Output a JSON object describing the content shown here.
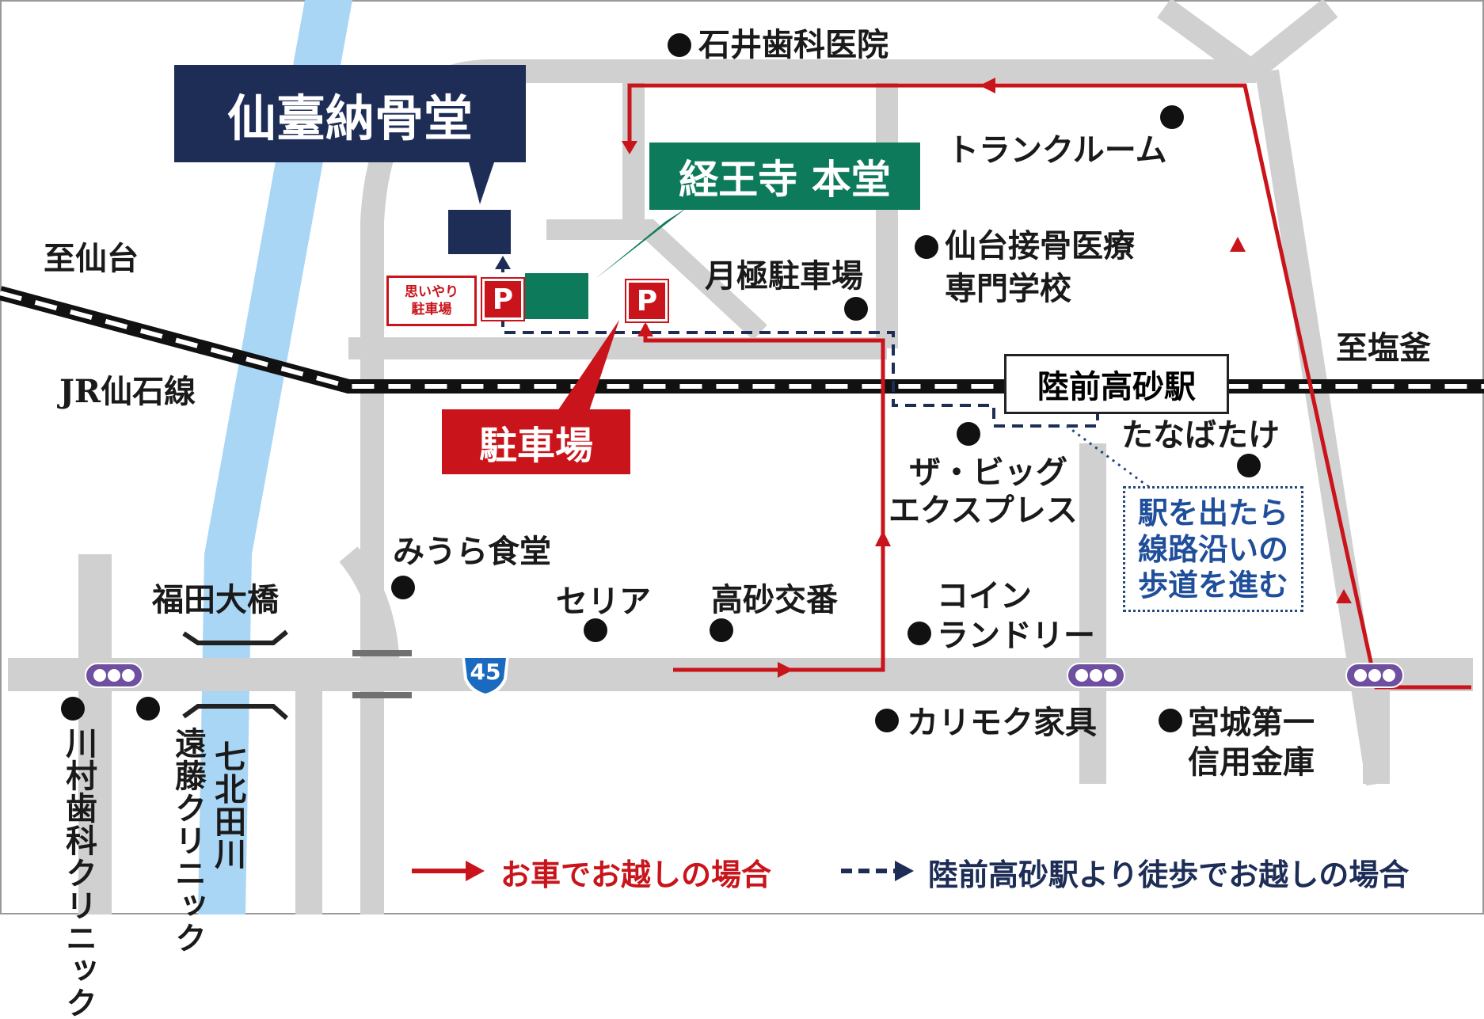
{
  "places": {
    "ishii_dental": "石井歯科医院",
    "trunk_room": "トランクルーム",
    "sendai_bone_school_1": "仙台接骨医療",
    "sendai_bone_school_2": "専門学校",
    "monthly_parking": "月極駐車場",
    "to_sendai": "至仙台",
    "jr_line": "JR仙石線",
    "to_shiogama": "至塩釜",
    "tanabatake": "たなばたけ",
    "the_big_1": "ザ・ビッグ",
    "the_big_2": "エクスプレス",
    "miura_shokudo": "みうら食堂",
    "seria": "セリア",
    "takasago_koban": "高砂交番",
    "coin_laundry_1": "コイン",
    "coin_laundry_2": "ランドリー",
    "fukuda_bridge": "福田大橋",
    "karimoku": "カリモク家具",
    "miyagi_bank_1": "宮城第一",
    "miyagi_bank_2": "信用金庫",
    "kawamura_dental": "川村歯科クリニック",
    "endo_clinic": "遠藤クリニック",
    "nanakita_river": "七北田川"
  },
  "callouts": {
    "nokotsudo": "仙臺納骨堂",
    "kyooji": "経王寺 本堂",
    "parking": "駐車場"
  },
  "omoiyari_1": "思いやり",
  "omoiyari_2": "駐車場",
  "parking_symbol": "P",
  "station_name": "陸前高砂駅",
  "walking_note": [
    "駅を出たら",
    "線路沿いの",
    "歩道を進む"
  ],
  "route_number": "45",
  "legend": {
    "car": "お車でお越しの場合",
    "walk": "陸前高砂駅より徒歩でお越しの場合"
  },
  "colors": {
    "navy": "#1d2d56",
    "green": "#0e7a5c",
    "red": "#c9141b",
    "road": "#d0d0d0",
    "river": "#a9d6f5",
    "route_sign": "#1a6bbf",
    "walk_note": "#1f4e9a"
  }
}
